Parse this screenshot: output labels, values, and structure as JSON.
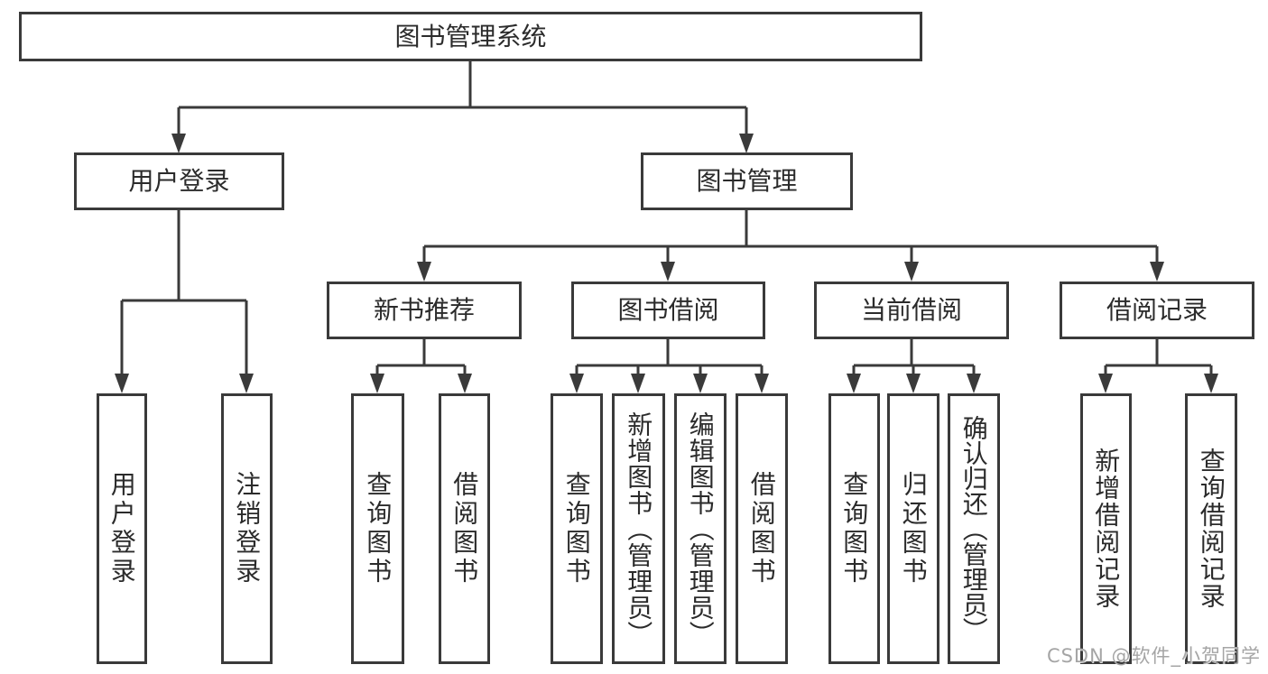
{
  "title": "图书管理系统",
  "level2": [
    "用户登录",
    "图书管理"
  ],
  "level3": [
    "新书推荐",
    "图书借阅",
    "当前借阅",
    "借阅记录"
  ],
  "leaves": {
    "user_login_group": [
      "用户登录",
      "注销登录"
    ],
    "new_book_group": [
      "查询图书",
      "借阅图书"
    ],
    "book_borrow_group": [
      "查询图书",
      "新增图书（管理员）",
      "编辑图书（管理员）",
      "借阅图书"
    ],
    "current_borrow_group": [
      "查询图书",
      "归还图书",
      "确认归还（管理员）"
    ],
    "record_group": [
      "新增借阅记录",
      "查询借阅记录"
    ]
  },
  "watermark": "CSDN @软件_小贺同学",
  "colors": {
    "line": "#3a3a3a",
    "text": "#2b2b2b",
    "background": "#ffffff",
    "watermark": "#a5a5a5"
  }
}
